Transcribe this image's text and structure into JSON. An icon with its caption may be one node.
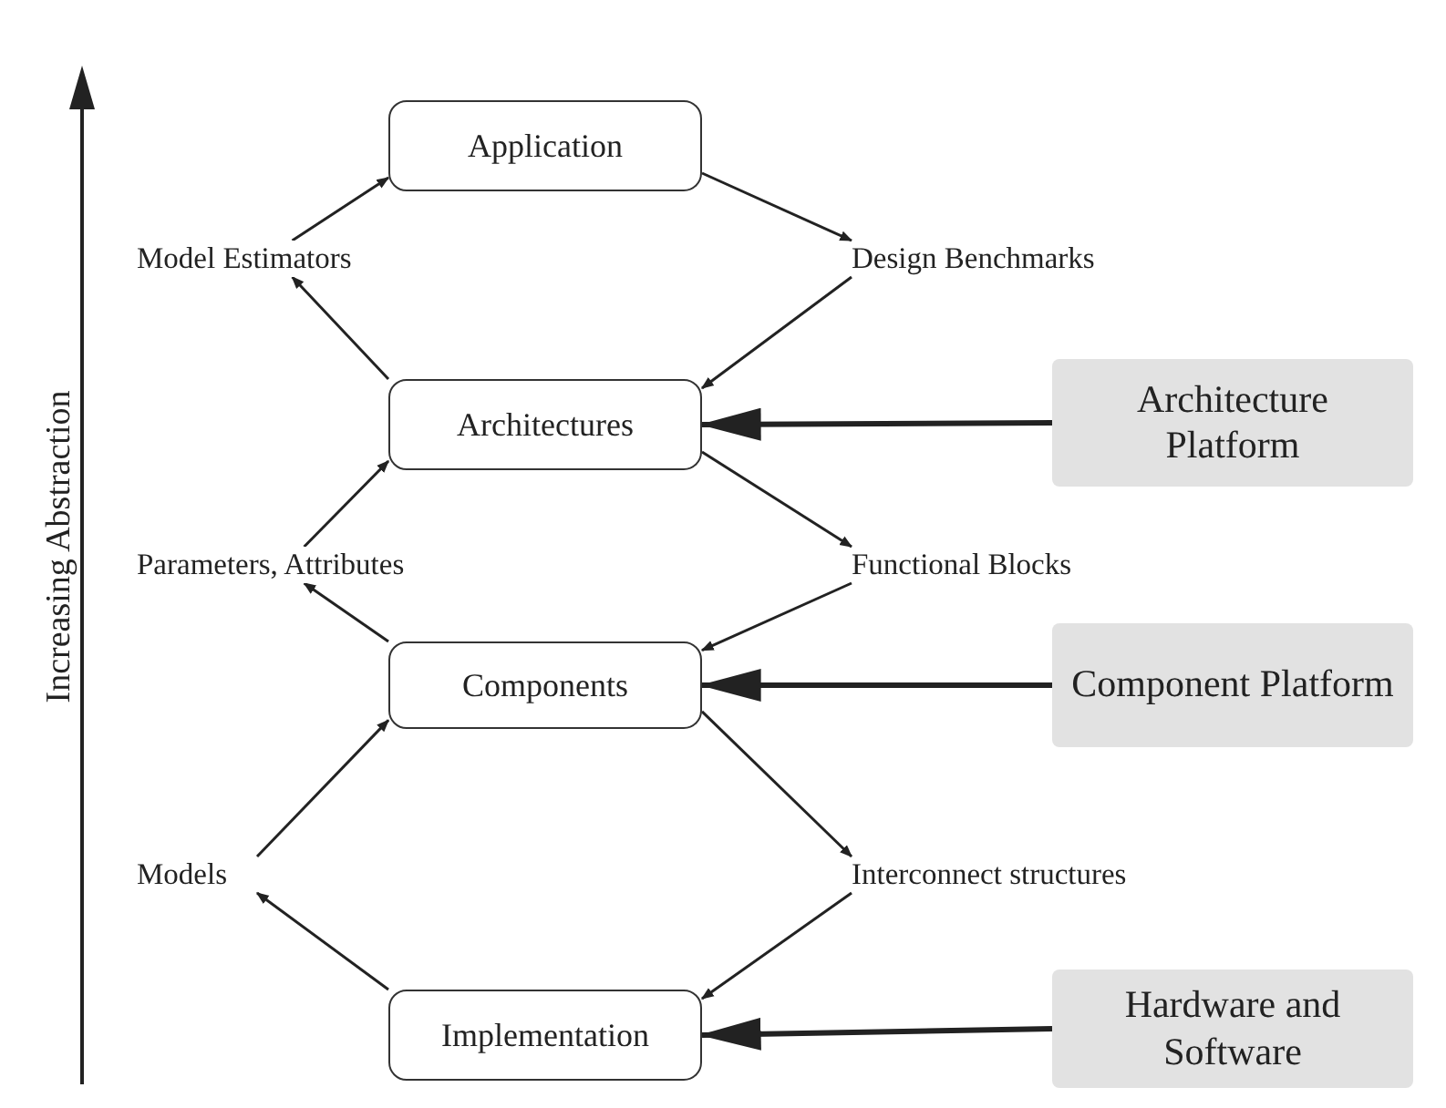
{
  "diagram": {
    "nodes": [
      {
        "text": [
          "Application"
        ]
      },
      {
        "text": [
          "Model Estimators"
        ]
      },
      {
        "text": [
          "Design Benchmarks"
        ]
      },
      {
        "text": [
          "Architectures"
        ]
      },
      {
        "text": [
          "Architecture Platform"
        ]
      },
      {
        "text": [
          "Parameters, Attributes"
        ]
      },
      {
        "text": [
          "Functional Blocks"
        ]
      },
      {
        "text": [
          "Components"
        ]
      },
      {
        "text": [
          "Component Platform"
        ]
      },
      {
        "text": [
          "Models"
        ]
      },
      {
        "text": [
          "Interconnect structures"
        ]
      },
      {
        "text": [
          "Implementation"
        ]
      },
      {
        "text": [
          "Hardware and Software"
        ]
      }
    ],
    "edges": [
      {
        "from": 1,
        "to": 0,
        "arrow": "to"
      },
      {
        "from": 3,
        "to": 1,
        "arrow": "to"
      },
      {
        "from": 0,
        "to": 2,
        "arrow": "to"
      },
      {
        "from": 2,
        "to": 3,
        "arrow": "to"
      },
      {
        "from": 4,
        "to": 3,
        "arrow": "to",
        "style": "thick"
      },
      {
        "from": 3,
        "to": 6,
        "arrow": "to"
      },
      {
        "from": 6,
        "to": 7,
        "arrow": "to"
      },
      {
        "from": 7,
        "to": 5,
        "arrow": "to"
      },
      {
        "from": 5,
        "to": 3,
        "arrow": "to"
      },
      {
        "from": 8,
        "to": 7,
        "arrow": "to",
        "style": "thick"
      },
      {
        "from": 7,
        "to": 10,
        "arrow": "to"
      },
      {
        "from": 10,
        "to": 11,
        "arrow": "to"
      },
      {
        "from": 11,
        "to": 9,
        "arrow": "to"
      },
      {
        "from": 9,
        "to": 7,
        "arrow": "to"
      },
      {
        "from": 12,
        "to": 11,
        "arrow": "to",
        "style": "thick"
      }
    ],
    "labels": [
      "Increasing Abstraction"
    ]
  }
}
